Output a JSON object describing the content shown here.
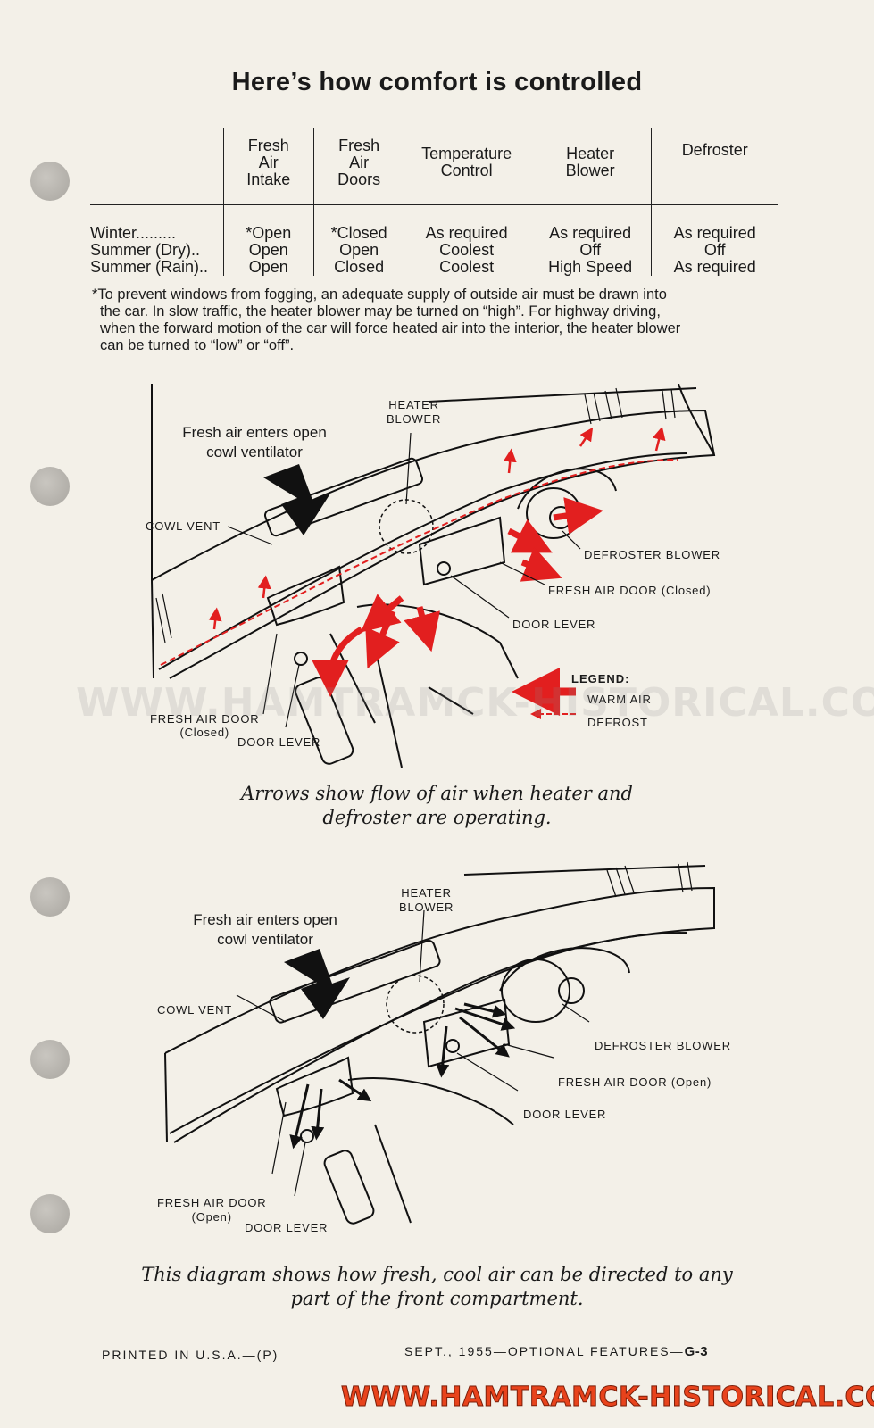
{
  "title": "Here’s how comfort is controlled",
  "table": {
    "headers": [
      [
        "Fresh",
        "Air",
        "Intake"
      ],
      [
        "Fresh",
        "Air",
        "Doors"
      ],
      [
        "Temperature",
        "Control"
      ],
      [
        "Heater",
        "Blower"
      ],
      [
        "Defroster"
      ]
    ],
    "rows": [
      {
        "label": "Winter.........",
        "cells": [
          "*Open",
          "*Closed",
          "As required",
          "As required",
          "As required"
        ]
      },
      {
        "label": "Summer (Dry)..",
        "cells": [
          "Open",
          "Open",
          "Coolest",
          "Off",
          "Off"
        ]
      },
      {
        "label": "Summer (Rain)..",
        "cells": [
          "Open",
          "Closed",
          "Coolest",
          "High Speed",
          "As required"
        ]
      }
    ]
  },
  "footnote": [
    "*To prevent windows from fogging, an adequate supply of outside air must be drawn into",
    "the car. In slow traffic, the heater blower may be turned on “high”. For highway driving,",
    "when the forward motion of the car will force heated air into the interior, the heater blower",
    "can be turned to “low” or “off”."
  ],
  "diagram1": {
    "fresh_air_label": [
      "Fresh air enters open",
      "cowl ventilator"
    ],
    "heater_blower": [
      "HEATER",
      "BLOWER"
    ],
    "cowl_vent": "COWL VENT",
    "defroster_blower": "DEFROSTER BLOWER",
    "fresh_air_door_right": "FRESH AIR DOOR (Closed)",
    "door_lever_right": "DOOR LEVER",
    "fresh_air_door_left": "FRESH AIR DOOR",
    "fresh_air_door_left_state": "(Closed)",
    "door_lever_left": "DOOR LEVER",
    "legend_title": "LEGEND:",
    "legend_warm": "WARM AIR",
    "legend_defrost": "DEFROST",
    "caption": [
      "Arrows show flow of air when heater and",
      "defroster are operating."
    ]
  },
  "diagram2": {
    "fresh_air_label": [
      "Fresh air enters open",
      "cowl ventilator"
    ],
    "heater_blower": [
      "HEATER",
      "BLOWER"
    ],
    "cowl_vent": "COWL VENT",
    "defroster_blower": "DEFROSTER BLOWER",
    "fresh_air_door_right": "FRESH AIR DOOR (Open)",
    "door_lever_right": "DOOR LEVER",
    "fresh_air_door_left": "FRESH AIR DOOR",
    "fresh_air_door_left_state": "(Open)",
    "door_lever_left": "DOOR LEVER",
    "caption": [
      "This diagram shows how fresh, cool air can be directed to any",
      "part of the front compartment."
    ]
  },
  "footer": {
    "left": "PRINTED IN U.S.A.—(P)",
    "right": "SEPT., 1955—OPTIONAL FEATURES—",
    "page": "G-3"
  },
  "watermark": "WWW.HAMTRAMCK-HISTORICAL.COM",
  "watermark_bottom": "WWW.HAMTRAMCK-HISTORICAL.COM",
  "colors": {
    "paper": "#f3f0e8",
    "ink": "#1a1a1a",
    "warm_air": "#e21f1f",
    "watermark_bottom": "#e8431c"
  }
}
